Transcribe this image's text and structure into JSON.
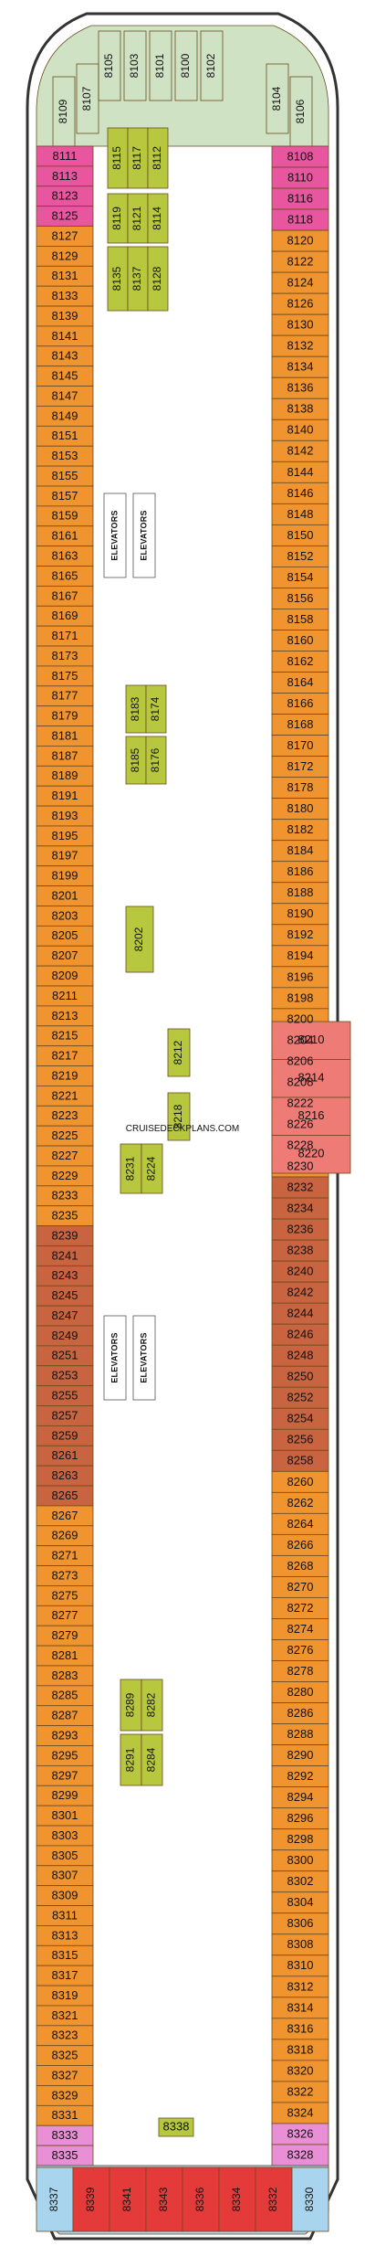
{
  "watermark": "CRUISEDECKPLANS.COM",
  "elevators_label": "ELEVATORS",
  "colors": {
    "forward_green": "#cfe3c4",
    "magenta": "#e7569f",
    "orange": "#f0942f",
    "olive": "#b7c83f",
    "peach": "#f6c7a7",
    "salmon": "#ee7b76",
    "brown": "#c8643f",
    "pink": "#e88fd6",
    "light_blue": "#a9d4ee",
    "red": "#e53a3a",
    "corridor": "#ffffff",
    "hull": "#333333"
  },
  "forward_cabins": [
    "8105",
    "8103",
    "8101",
    "8100",
    "8102",
    "8107",
    "8109",
    "8104",
    "8106"
  ],
  "left_column": [
    {
      "label": "8111",
      "c": "magenta"
    },
    {
      "label": "8113",
      "c": "magenta"
    },
    {
      "label": "8123",
      "c": "magenta"
    },
    {
      "label": "8125",
      "c": "magenta"
    },
    {
      "label": "8127",
      "c": "orange"
    },
    {
      "label": "8129",
      "c": "orange"
    },
    {
      "label": "8131",
      "c": "orange"
    },
    {
      "label": "8133",
      "c": "orange"
    },
    {
      "label": "8139",
      "c": "orange"
    },
    {
      "label": "8141",
      "c": "orange"
    },
    {
      "label": "8143",
      "c": "orange"
    },
    {
      "label": "8145",
      "c": "orange"
    },
    {
      "label": "8147",
      "c": "orange"
    },
    {
      "label": "8149",
      "c": "orange"
    },
    {
      "label": "8151",
      "c": "orange"
    },
    {
      "label": "8153",
      "c": "orange"
    },
    {
      "label": "8155",
      "c": "orange"
    },
    {
      "label": "8157",
      "c": "orange"
    },
    {
      "label": "8159",
      "c": "orange"
    },
    {
      "label": "8161",
      "c": "orange"
    },
    {
      "label": "8163",
      "c": "orange"
    },
    {
      "label": "8165",
      "c": "orange"
    },
    {
      "label": "8167",
      "c": "orange"
    },
    {
      "label": "8169",
      "c": "orange"
    },
    {
      "label": "8171",
      "c": "orange"
    },
    {
      "label": "8173",
      "c": "orange"
    },
    {
      "label": "8175",
      "c": "orange"
    },
    {
      "label": "8177",
      "c": "orange"
    },
    {
      "label": "8179",
      "c": "orange"
    },
    {
      "label": "8181",
      "c": "orange"
    },
    {
      "label": "8187",
      "c": "orange"
    },
    {
      "label": "8189",
      "c": "orange"
    },
    {
      "label": "8191",
      "c": "orange"
    },
    {
      "label": "8193",
      "c": "orange"
    },
    {
      "label": "8195",
      "c": "orange"
    },
    {
      "label": "8197",
      "c": "orange"
    },
    {
      "label": "8199",
      "c": "orange"
    },
    {
      "label": "8201",
      "c": "orange"
    },
    {
      "label": "8203",
      "c": "orange"
    },
    {
      "label": "8205",
      "c": "orange"
    },
    {
      "label": "8207",
      "c": "orange"
    },
    {
      "label": "8209",
      "c": "orange"
    },
    {
      "label": "8211",
      "c": "orange"
    },
    {
      "label": "8213",
      "c": "orange"
    },
    {
      "label": "8215",
      "c": "orange"
    },
    {
      "label": "8217",
      "c": "orange"
    },
    {
      "label": "8219",
      "c": "orange"
    },
    {
      "label": "8221",
      "c": "orange"
    },
    {
      "label": "8223",
      "c": "orange"
    },
    {
      "label": "8225",
      "c": "orange"
    },
    {
      "label": "8227",
      "c": "orange"
    },
    {
      "label": "8229",
      "c": "orange"
    },
    {
      "label": "8233",
      "c": "orange"
    },
    {
      "label": "8235",
      "c": "orange"
    },
    {
      "label": "8239",
      "c": "brown"
    },
    {
      "label": "8241",
      "c": "brown"
    },
    {
      "label": "8243",
      "c": "brown"
    },
    {
      "label": "8245",
      "c": "brown"
    },
    {
      "label": "8247",
      "c": "brown"
    },
    {
      "label": "8249",
      "c": "brown"
    },
    {
      "label": "8251",
      "c": "brown"
    },
    {
      "label": "8253",
      "c": "brown"
    },
    {
      "label": "8255",
      "c": "brown"
    },
    {
      "label": "8257",
      "c": "brown"
    },
    {
      "label": "8259",
      "c": "brown"
    },
    {
      "label": "8261",
      "c": "brown"
    },
    {
      "label": "8263",
      "c": "brown"
    },
    {
      "label": "8265",
      "c": "brown"
    },
    {
      "label": "8267",
      "c": "orange"
    },
    {
      "label": "8269",
      "c": "orange"
    },
    {
      "label": "8271",
      "c": "orange"
    },
    {
      "label": "8273",
      "c": "orange"
    },
    {
      "label": "8275",
      "c": "orange"
    },
    {
      "label": "8277",
      "c": "orange"
    },
    {
      "label": "8279",
      "c": "orange"
    },
    {
      "label": "8281",
      "c": "orange"
    },
    {
      "label": "8283",
      "c": "orange"
    },
    {
      "label": "8285",
      "c": "orange"
    },
    {
      "label": "8287",
      "c": "orange"
    },
    {
      "label": "8293",
      "c": "orange"
    },
    {
      "label": "8295",
      "c": "orange"
    },
    {
      "label": "8297",
      "c": "orange"
    },
    {
      "label": "8299",
      "c": "orange"
    },
    {
      "label": "8301",
      "c": "orange"
    },
    {
      "label": "8303",
      "c": "orange"
    },
    {
      "label": "8305",
      "c": "orange"
    },
    {
      "label": "8307",
      "c": "orange"
    },
    {
      "label": "8309",
      "c": "orange"
    },
    {
      "label": "8311",
      "c": "orange"
    },
    {
      "label": "8313",
      "c": "orange"
    },
    {
      "label": "8315",
      "c": "orange"
    },
    {
      "label": "8317",
      "c": "orange"
    },
    {
      "label": "8319",
      "c": "orange"
    },
    {
      "label": "8321",
      "c": "orange"
    },
    {
      "label": "8323",
      "c": "orange"
    },
    {
      "label": "8325",
      "c": "orange"
    },
    {
      "label": "8327",
      "c": "orange"
    },
    {
      "label": "8329",
      "c": "orange"
    },
    {
      "label": "8331",
      "c": "orange"
    },
    {
      "label": "8333",
      "c": "pink"
    },
    {
      "label": "8335",
      "c": "pink"
    }
  ],
  "right_column": [
    {
      "label": "8108",
      "c": "magenta"
    },
    {
      "label": "8110",
      "c": "magenta"
    },
    {
      "label": "8116",
      "c": "magenta"
    },
    {
      "label": "8118",
      "c": "magenta"
    },
    {
      "label": "8120",
      "c": "orange"
    },
    {
      "label": "8122",
      "c": "orange"
    },
    {
      "label": "8124",
      "c": "orange"
    },
    {
      "label": "8126",
      "c": "orange"
    },
    {
      "label": "8130",
      "c": "orange"
    },
    {
      "label": "8132",
      "c": "orange"
    },
    {
      "label": "8134",
      "c": "orange"
    },
    {
      "label": "8136",
      "c": "orange"
    },
    {
      "label": "8138",
      "c": "orange"
    },
    {
      "label": "8140",
      "c": "orange"
    },
    {
      "label": "8142",
      "c": "orange"
    },
    {
      "label": "8144",
      "c": "orange"
    },
    {
      "label": "8146",
      "c": "orange"
    },
    {
      "label": "8148",
      "c": "orange"
    },
    {
      "label": "8150",
      "c": "orange"
    },
    {
      "label": "8152",
      "c": "orange"
    },
    {
      "label": "8154",
      "c": "orange"
    },
    {
      "label": "8156",
      "c": "orange"
    },
    {
      "label": "8158",
      "c": "orange"
    },
    {
      "label": "8160",
      "c": "orange"
    },
    {
      "label": "8162",
      "c": "orange"
    },
    {
      "label": "8164",
      "c": "orange"
    },
    {
      "label": "8166",
      "c": "orange"
    },
    {
      "label": "8168",
      "c": "orange"
    },
    {
      "label": "8170",
      "c": "orange"
    },
    {
      "label": "8172",
      "c": "orange"
    },
    {
      "label": "8178",
      "c": "orange"
    },
    {
      "label": "8180",
      "c": "orange"
    },
    {
      "label": "8182",
      "c": "orange"
    },
    {
      "label": "8184",
      "c": "orange"
    },
    {
      "label": "8186",
      "c": "orange"
    },
    {
      "label": "8188",
      "c": "orange"
    },
    {
      "label": "8190",
      "c": "orange"
    },
    {
      "label": "8192",
      "c": "orange"
    },
    {
      "label": "8194",
      "c": "orange"
    },
    {
      "label": "8196",
      "c": "orange"
    },
    {
      "label": "8198",
      "c": "orange"
    },
    {
      "label": "8200",
      "c": "orange"
    },
    {
      "label": "8204",
      "c": "orange"
    },
    {
      "label": "8206",
      "c": "peach"
    },
    {
      "label": "8208",
      "c": "peach"
    },
    {
      "label": "8222",
      "c": "peach"
    },
    {
      "label": "8226",
      "c": "peach"
    },
    {
      "label": "8228",
      "c": "orange"
    },
    {
      "label": "8230",
      "c": "orange"
    },
    {
      "label": "8232",
      "c": "brown"
    },
    {
      "label": "8234",
      "c": "brown"
    },
    {
      "label": "8236",
      "c": "brown"
    },
    {
      "label": "8238",
      "c": "brown"
    },
    {
      "label": "8240",
      "c": "brown"
    },
    {
      "label": "8242",
      "c": "brown"
    },
    {
      "label": "8244",
      "c": "brown"
    },
    {
      "label": "8246",
      "c": "brown"
    },
    {
      "label": "8248",
      "c": "brown"
    },
    {
      "label": "8250",
      "c": "brown"
    },
    {
      "label": "8252",
      "c": "brown"
    },
    {
      "label": "8254",
      "c": "brown"
    },
    {
      "label": "8256",
      "c": "brown"
    },
    {
      "label": "8258",
      "c": "brown"
    },
    {
      "label": "8260",
      "c": "orange"
    },
    {
      "label": "8262",
      "c": "orange"
    },
    {
      "label": "8264",
      "c": "orange"
    },
    {
      "label": "8266",
      "c": "orange"
    },
    {
      "label": "8268",
      "c": "orange"
    },
    {
      "label": "8270",
      "c": "orange"
    },
    {
      "label": "8272",
      "c": "orange"
    },
    {
      "label": "8274",
      "c": "orange"
    },
    {
      "label": "8276",
      "c": "orange"
    },
    {
      "label": "8278",
      "c": "orange"
    },
    {
      "label": "8280",
      "c": "orange"
    },
    {
      "label": "8286",
      "c": "orange"
    },
    {
      "label": "8288",
      "c": "orange"
    },
    {
      "label": "8290",
      "c": "orange"
    },
    {
      "label": "8292",
      "c": "orange"
    },
    {
      "label": "8294",
      "c": "orange"
    },
    {
      "label": "8296",
      "c": "orange"
    },
    {
      "label": "8298",
      "c": "orange"
    },
    {
      "label": "8300",
      "c": "orange"
    },
    {
      "label": "8302",
      "c": "orange"
    },
    {
      "label": "8304",
      "c": "orange"
    },
    {
      "label": "8306",
      "c": "orange"
    },
    {
      "label": "8308",
      "c": "orange"
    },
    {
      "label": "8310",
      "c": "orange"
    },
    {
      "label": "8312",
      "c": "orange"
    },
    {
      "label": "8314",
      "c": "orange"
    },
    {
      "label": "8316",
      "c": "orange"
    },
    {
      "label": "8318",
      "c": "orange"
    },
    {
      "label": "8320",
      "c": "orange"
    },
    {
      "label": "8322",
      "c": "orange"
    },
    {
      "label": "8324",
      "c": "orange"
    },
    {
      "label": "8326",
      "c": "pink"
    },
    {
      "label": "8328",
      "c": "pink"
    }
  ],
  "right_suites": [
    "8210",
    "8214",
    "8216",
    "8220"
  ],
  "inner_blocks": [
    {
      "labels": [
        "8115",
        "8117",
        "8112"
      ],
      "c": "olive"
    },
    {
      "labels": [
        "8119",
        "8121",
        "8114"
      ],
      "c": "olive"
    },
    {
      "labels": [
        "8135",
        "8137",
        "8128"
      ],
      "c": "olive"
    },
    {
      "labels": [
        "8183",
        "8174"
      ],
      "c": "olive"
    },
    {
      "labels": [
        "8185",
        "8176"
      ],
      "c": "olive"
    },
    {
      "labels": [
        "8202"
      ],
      "c": "olive"
    },
    {
      "labels": [
        "8212"
      ],
      "c": "olive"
    },
    {
      "labels": [
        "8218"
      ],
      "c": "olive"
    },
    {
      "labels": [
        "8231",
        "8224"
      ],
      "c": "olive"
    },
    {
      "labels": [
        "8289",
        "8282"
      ],
      "c": "olive"
    },
    {
      "labels": [
        "8291",
        "8284"
      ],
      "c": "olive"
    },
    {
      "labels": [
        "8338"
      ],
      "c": "olive"
    }
  ],
  "aft_cabins": [
    {
      "label": "8337",
      "c": "light_blue"
    },
    {
      "label": "8339",
      "c": "red"
    },
    {
      "label": "8341",
      "c": "red"
    },
    {
      "label": "8343",
      "c": "red"
    },
    {
      "label": "8336",
      "c": "red"
    },
    {
      "label": "8334",
      "c": "red"
    },
    {
      "label": "8332",
      "c": "red"
    },
    {
      "label": "8330",
      "c": "light_blue"
    }
  ]
}
